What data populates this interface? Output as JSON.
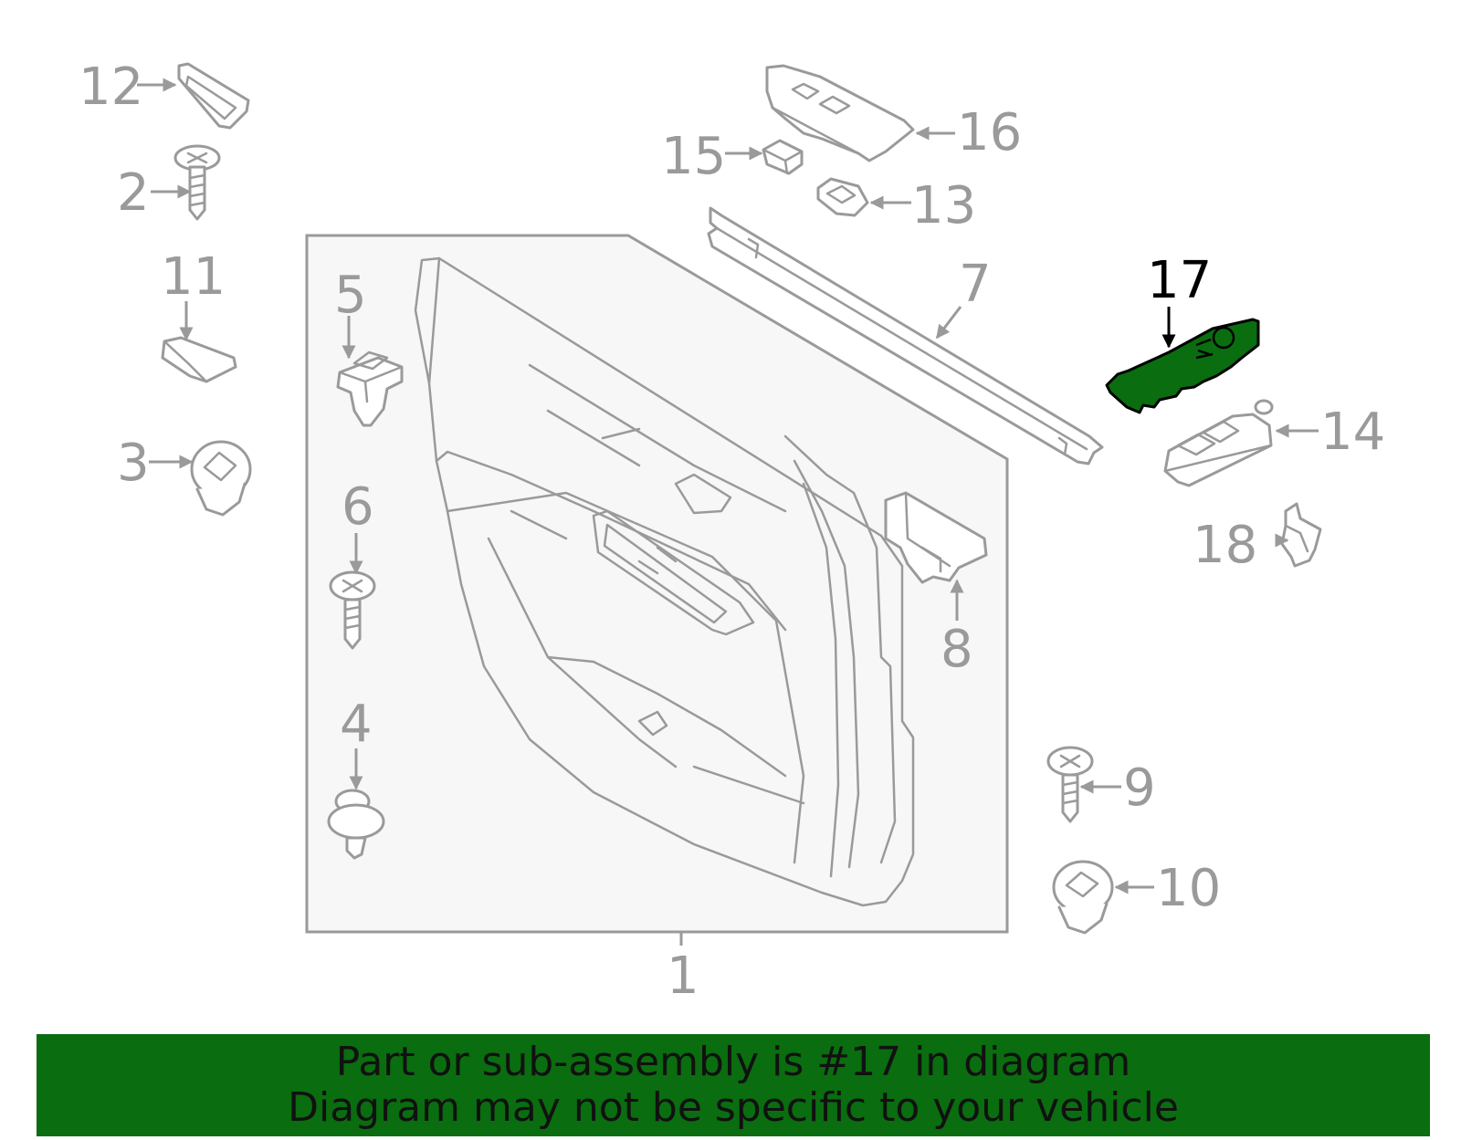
{
  "colors": {
    "line": "#9a9a9a",
    "highlight_fill": "#0a6d0f",
    "highlight_stroke": "#000000",
    "banner_background": "#0a6d0f",
    "panel_fill": "#f7f7f7"
  },
  "highlighted_part": "17",
  "callouts": {
    "p1": "1",
    "p2": "2",
    "p3": "3",
    "p4": "4",
    "p5": "5",
    "p6": "6",
    "p7": "7",
    "p8": "8",
    "p9": "9",
    "p10": "10",
    "p11": "11",
    "p12": "12",
    "p13": "13",
    "p14": "14",
    "p15": "15",
    "p16": "16",
    "p17": "17",
    "p18": "18"
  },
  "banner": {
    "line1": "Part or sub-assembly is #17 in diagram",
    "line2": "Diagram may not be specific to your vehicle"
  }
}
